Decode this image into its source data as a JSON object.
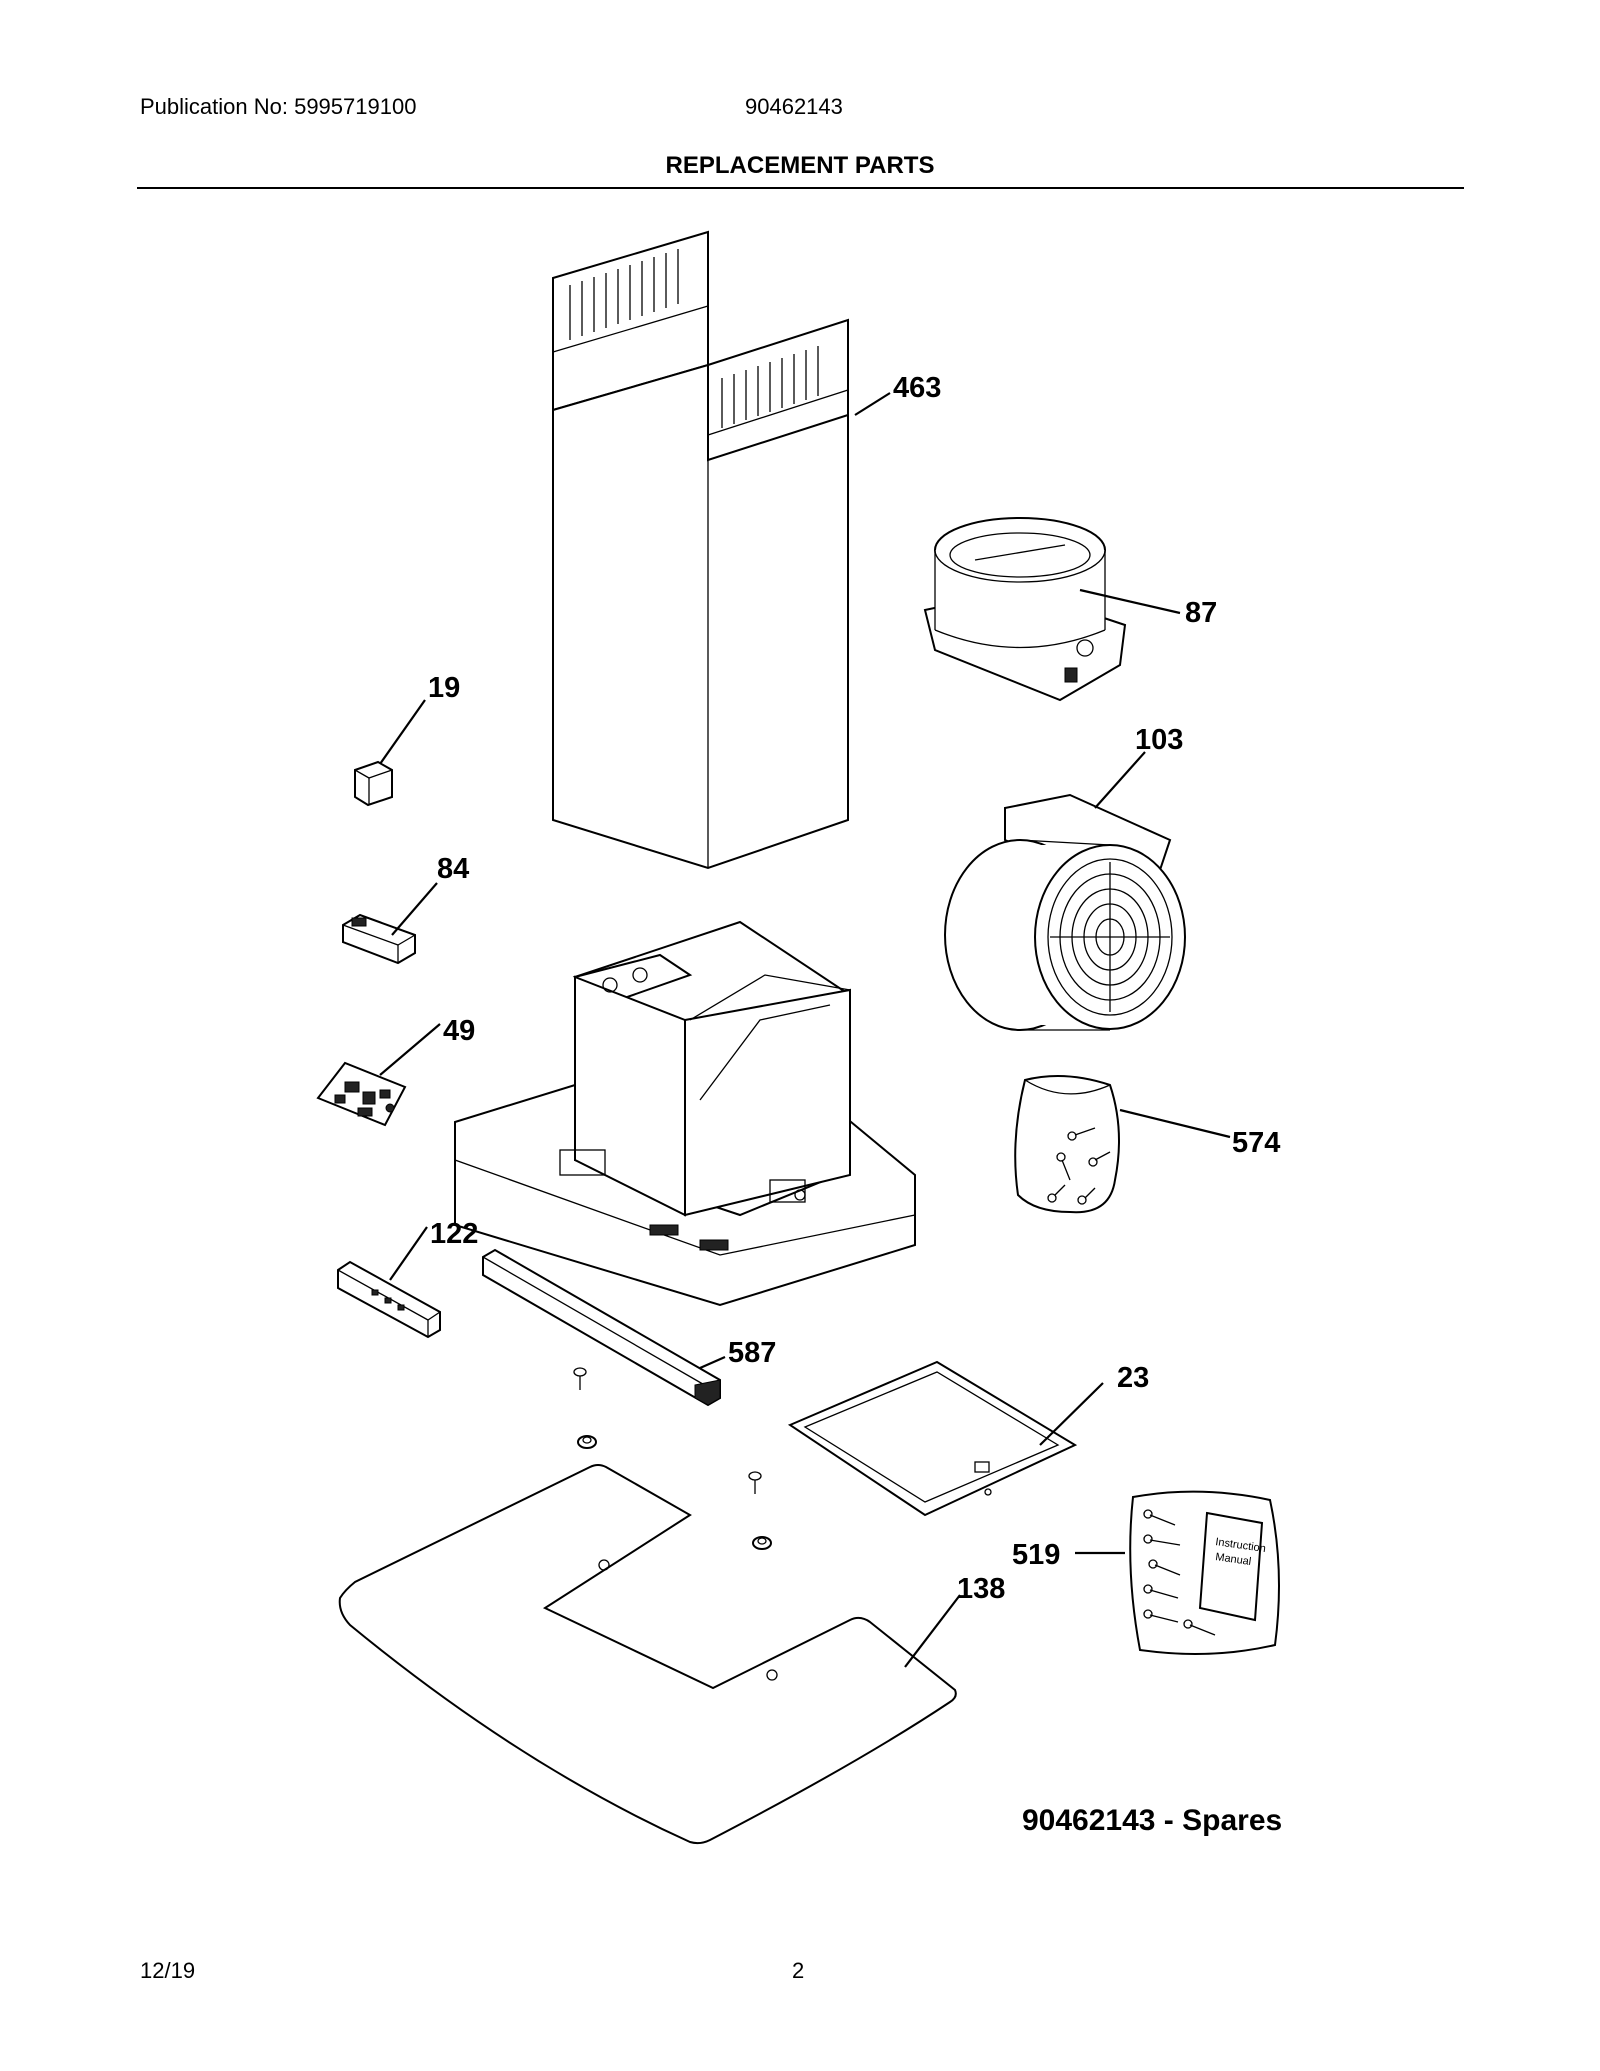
{
  "header": {
    "publication": "Publication No: 5995719100",
    "model": "90462143",
    "title": "REPLACEMENT PARTS"
  },
  "callouts": {
    "p463": "463",
    "p87": "87",
    "p19": "19",
    "p103": "103",
    "p84": "84",
    "p49": "49",
    "p574": "574",
    "p122": "122",
    "p587": "587",
    "p23": "23",
    "p519": "519",
    "p138": "138"
  },
  "manual_label": {
    "line1": "Instruction",
    "line2": "Manual"
  },
  "spares_label": "90462143 - Spares",
  "footer": {
    "date": "12/19",
    "page": "2"
  }
}
